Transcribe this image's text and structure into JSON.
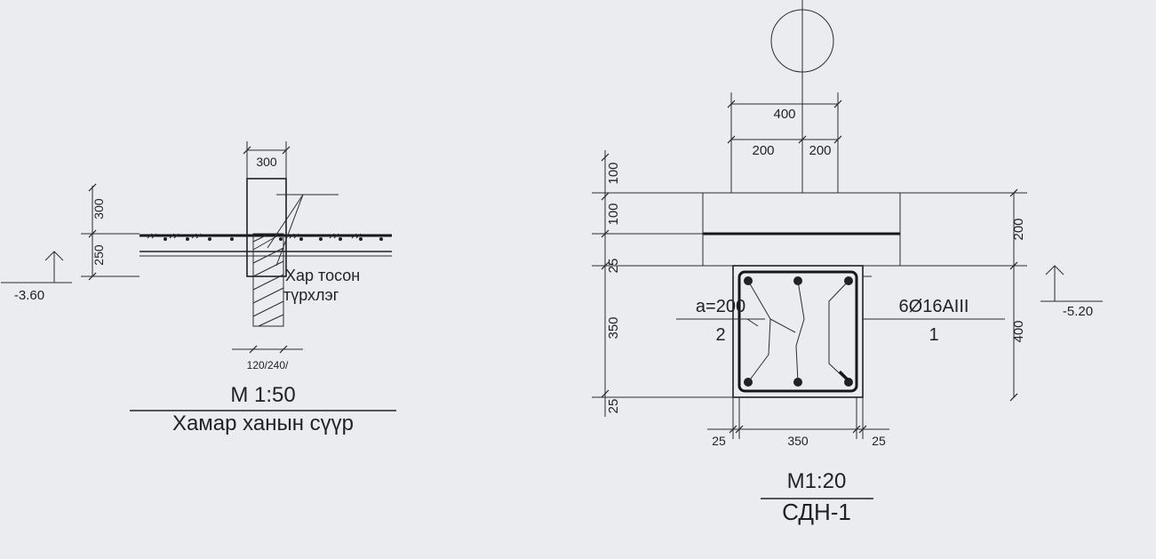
{
  "drawing": {
    "left": {
      "title": "Хамар ханын сүүр",
      "scale": "М 1:50",
      "label_line1": "Хар тосон",
      "label_line2": "түрхлэг",
      "elevation": "-3.60",
      "dims": {
        "top_width": "300",
        "wall_width": "120/240/",
        "beam_height": "300",
        "slab_height": "250"
      }
    },
    "right": {
      "title": "СДН-1",
      "scale": "М1:20",
      "rebar_main_no": "1",
      "rebar_main": "6Ø16AIII",
      "rebar_stirrup_no": "2",
      "rebar_stirrup": "a=200",
      "elevation": "-5.20",
      "dims": {
        "top_total": "400",
        "top_left": "200",
        "top_right": "200",
        "v1": "100",
        "v2": "100",
        "v3": "25",
        "v4": "350",
        "v5": "25",
        "right_upper": "200",
        "right_lower": "400",
        "bottom_left": "25",
        "bottom_mid": "350",
        "bottom_right": "25"
      }
    }
  }
}
